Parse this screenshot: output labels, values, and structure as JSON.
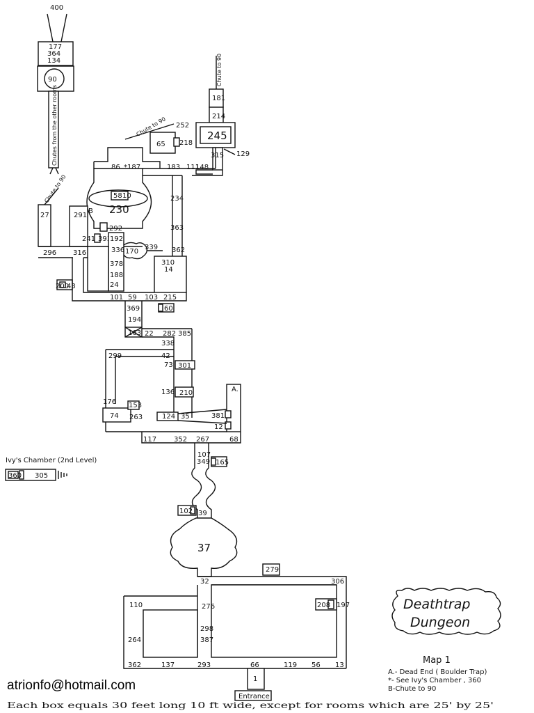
{
  "logo": {
    "line1": "Deathtrap",
    "line2": "Dungeon"
  },
  "legend": {
    "title": "Map 1",
    "a": "A.- Dead End ( Boulder Trap)",
    "b": "*- See Ivy's Chamber , 360",
    "c": "B-Chute to 90"
  },
  "ivys_chamber": {
    "label": "Ivy's Chamber (2nd Level)",
    "rooms": [
      "360",
      "305"
    ]
  },
  "email": "atrionfo@hotmail.com",
  "footer_note": "Each box equals 30 feet long 10 ft wide, except for rooms which are 25' by 25'",
  "chute_labels": {
    "top_left": "Chutes from the other rooms",
    "upper_right": "Chute to 90",
    "middle": "Chute to 90",
    "left": "Chute to 90"
  },
  "entrance_label": "Entrance",
  "map_labels": {
    "n400": "400",
    "n177": "177",
    "n364": "364",
    "n134": "134",
    "n90": "90",
    "n181": "181",
    "n214": "214",
    "n245": "245",
    "n315": "315",
    "n129": "129",
    "n65": "65",
    "n218": "218",
    "n252": "252",
    "n86": "86",
    "n187": "*187",
    "n183": "183",
    "n111": "111",
    "n148": "148",
    "n58": "58",
    "n10": "10",
    "n230": "230",
    "nB": "B",
    "n292": "292",
    "n234": "234",
    "n27": "27",
    "n291": "291",
    "n296": "296",
    "n316": "316",
    "n241": "241",
    "n393": "393",
    "n192": "192",
    "n336": "336",
    "n170": "170",
    "n339": "339",
    "n363": "363",
    "n362": "362",
    "n378": "378",
    "n310": "310",
    "n14": "14",
    "n188": "188",
    "n24": "24",
    "n200": "200",
    "n43": "43",
    "n101": "101",
    "n59": "59",
    "n103": "103",
    "n215": "215",
    "n369": "369",
    "n60": "60",
    "n194": "194",
    "n163": "163",
    "n22": "22",
    "n282": "282",
    "n385": "385",
    "n338": "338",
    "n299": "299",
    "n42": "42",
    "n73": "73",
    "n301": "301",
    "n136": "136",
    "n210": "210",
    "nA": "A.",
    "n176": "176",
    "n153": "153",
    "n74": "74",
    "n263": "263",
    "n124": "124",
    "n35": "35",
    "n381": "381",
    "n12": "12",
    "n117": "117",
    "n352": "352",
    "n267": "267",
    "n68": "68",
    "n107": "107",
    "n349": "349",
    "n165": "165",
    "n102": "102",
    "n39": "39",
    "n37": "37",
    "n279": "279",
    "n32": "32",
    "n306": "306",
    "n110": "110",
    "n276": "276",
    "n208": "208",
    "n197": "197",
    "n298": "298",
    "n264": "264",
    "n387": "387",
    "n362b": "362",
    "n137": "137",
    "n293": "293",
    "n66": "66",
    "n119": "119",
    "n56": "56",
    "n13": "13",
    "n1": "1"
  }
}
